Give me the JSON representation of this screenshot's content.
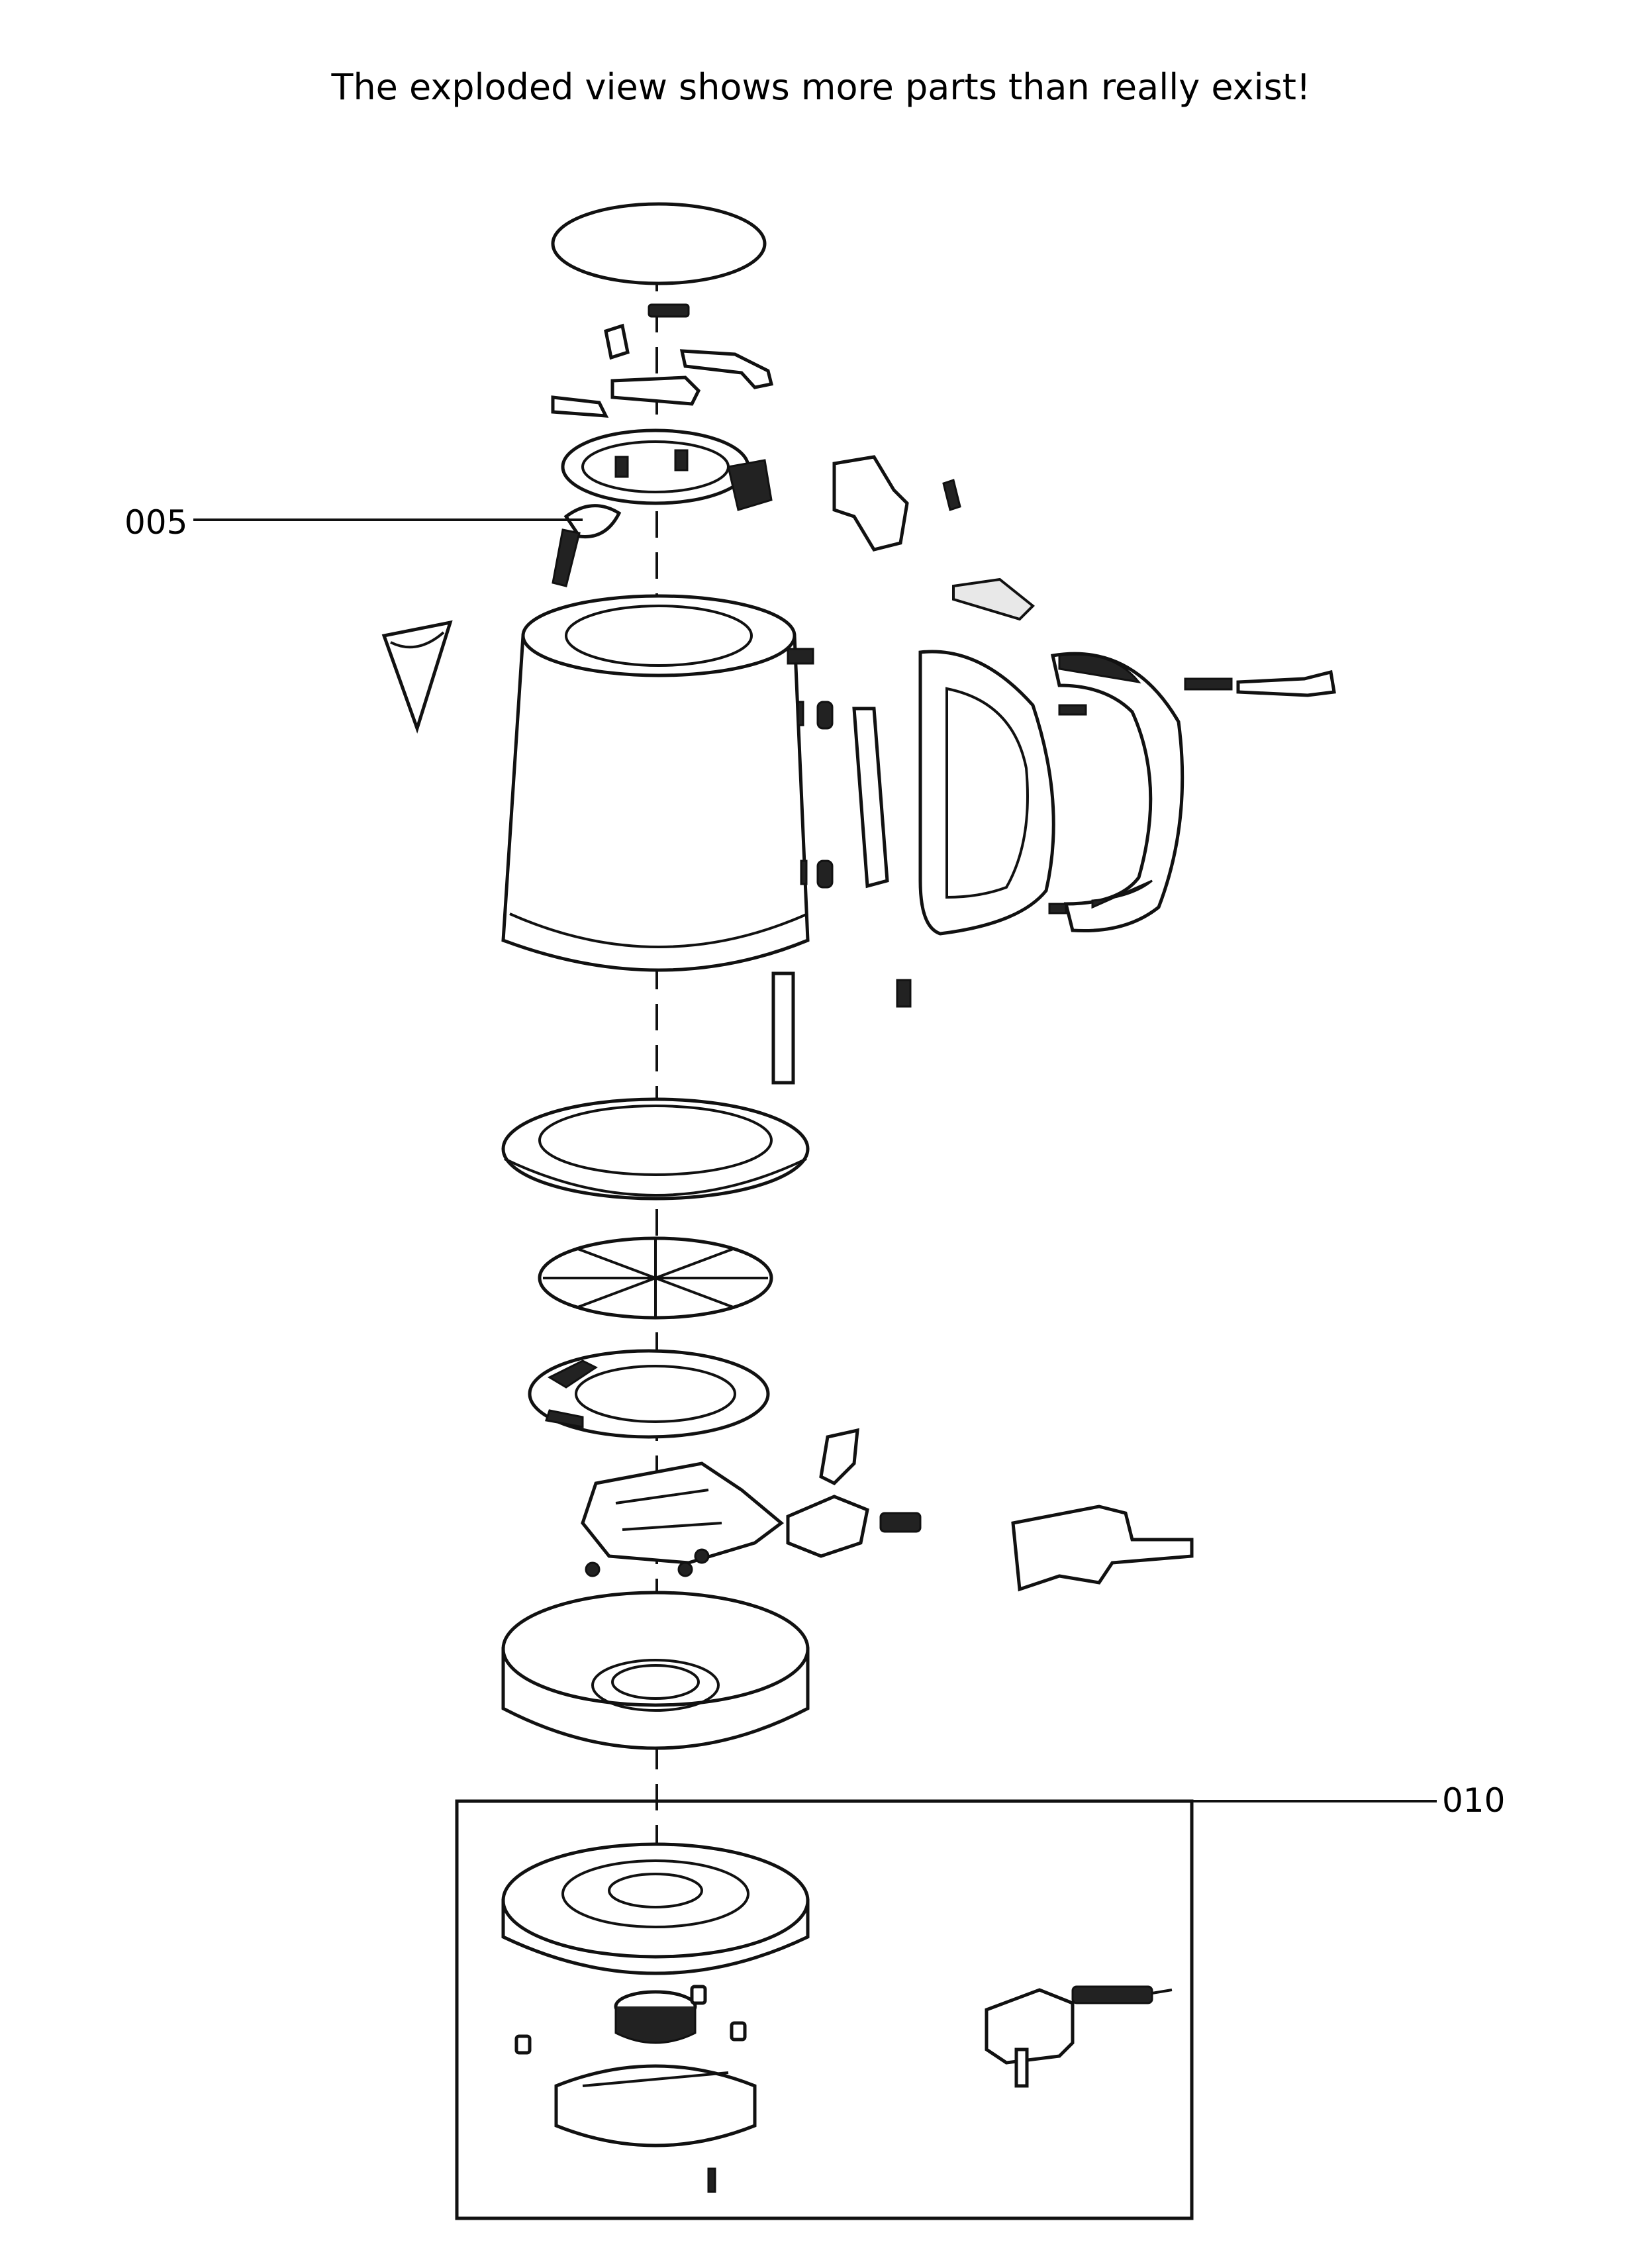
{
  "caption": "The exploded view shows more parts than really exist!",
  "callouts": {
    "part_005": "005",
    "part_010": "010"
  },
  "colors": {
    "line": "#111111",
    "background": "#ffffff"
  }
}
